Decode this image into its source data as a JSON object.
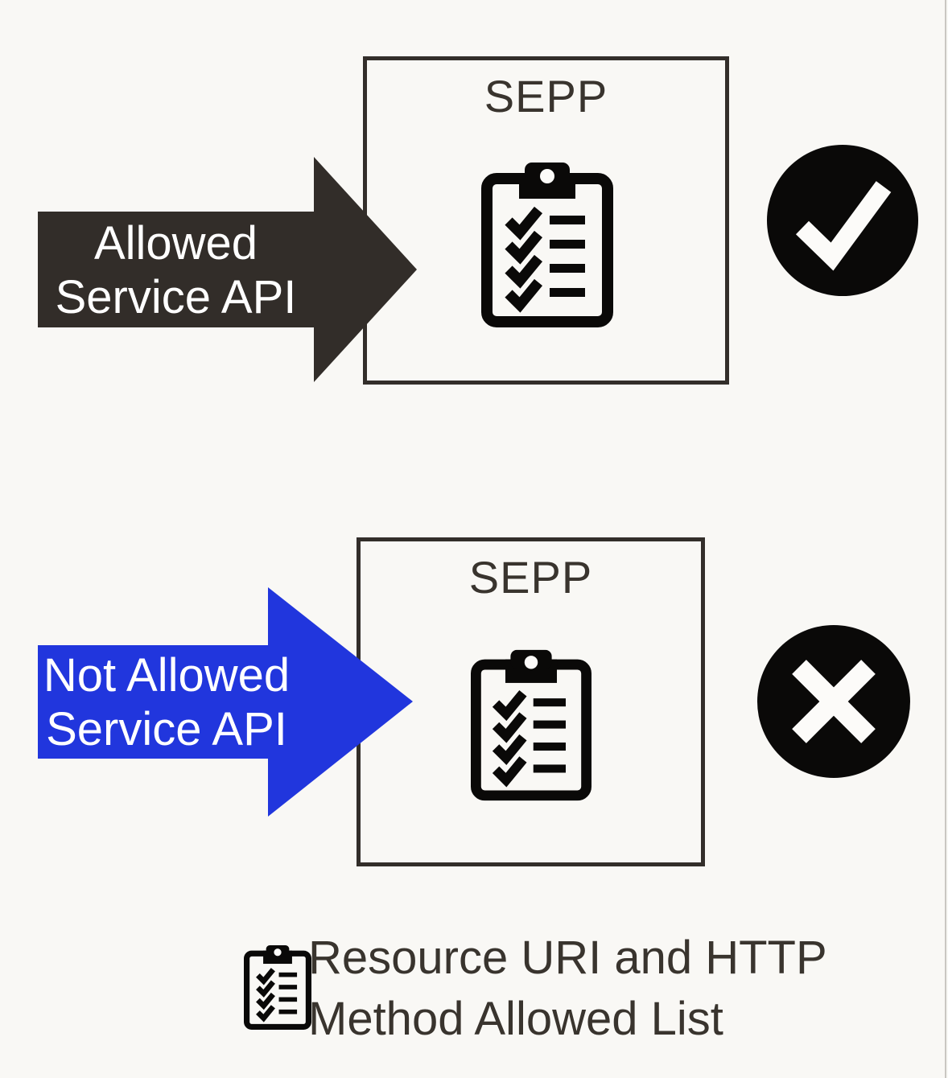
{
  "background": "#f9f8f5",
  "edge_line_color": "#cac7c2",
  "rows": [
    {
      "arrow_label_line1": "Allowed",
      "arrow_label_line2": "Service API",
      "arrow_fill": "#322d29",
      "box_title": "SEPP",
      "result_icon": "check-circle"
    },
    {
      "arrow_label_line1": "Not Allowed",
      "arrow_label_line2": "Service API",
      "arrow_fill": "#2136dd",
      "box_title": "SEPP",
      "result_icon": "cross-circle"
    }
  ],
  "legend": {
    "icon": "clipboard-checklist-icon",
    "label_line1": "Resource URI and HTTP",
    "label_line2": "Method Allowed List"
  },
  "colors": {
    "ink": "#39342e",
    "box_border": "#332e2a",
    "icon_black": "#0a0908",
    "icon_white": "#fcfbf9",
    "arrow_text": "#ffffff"
  }
}
